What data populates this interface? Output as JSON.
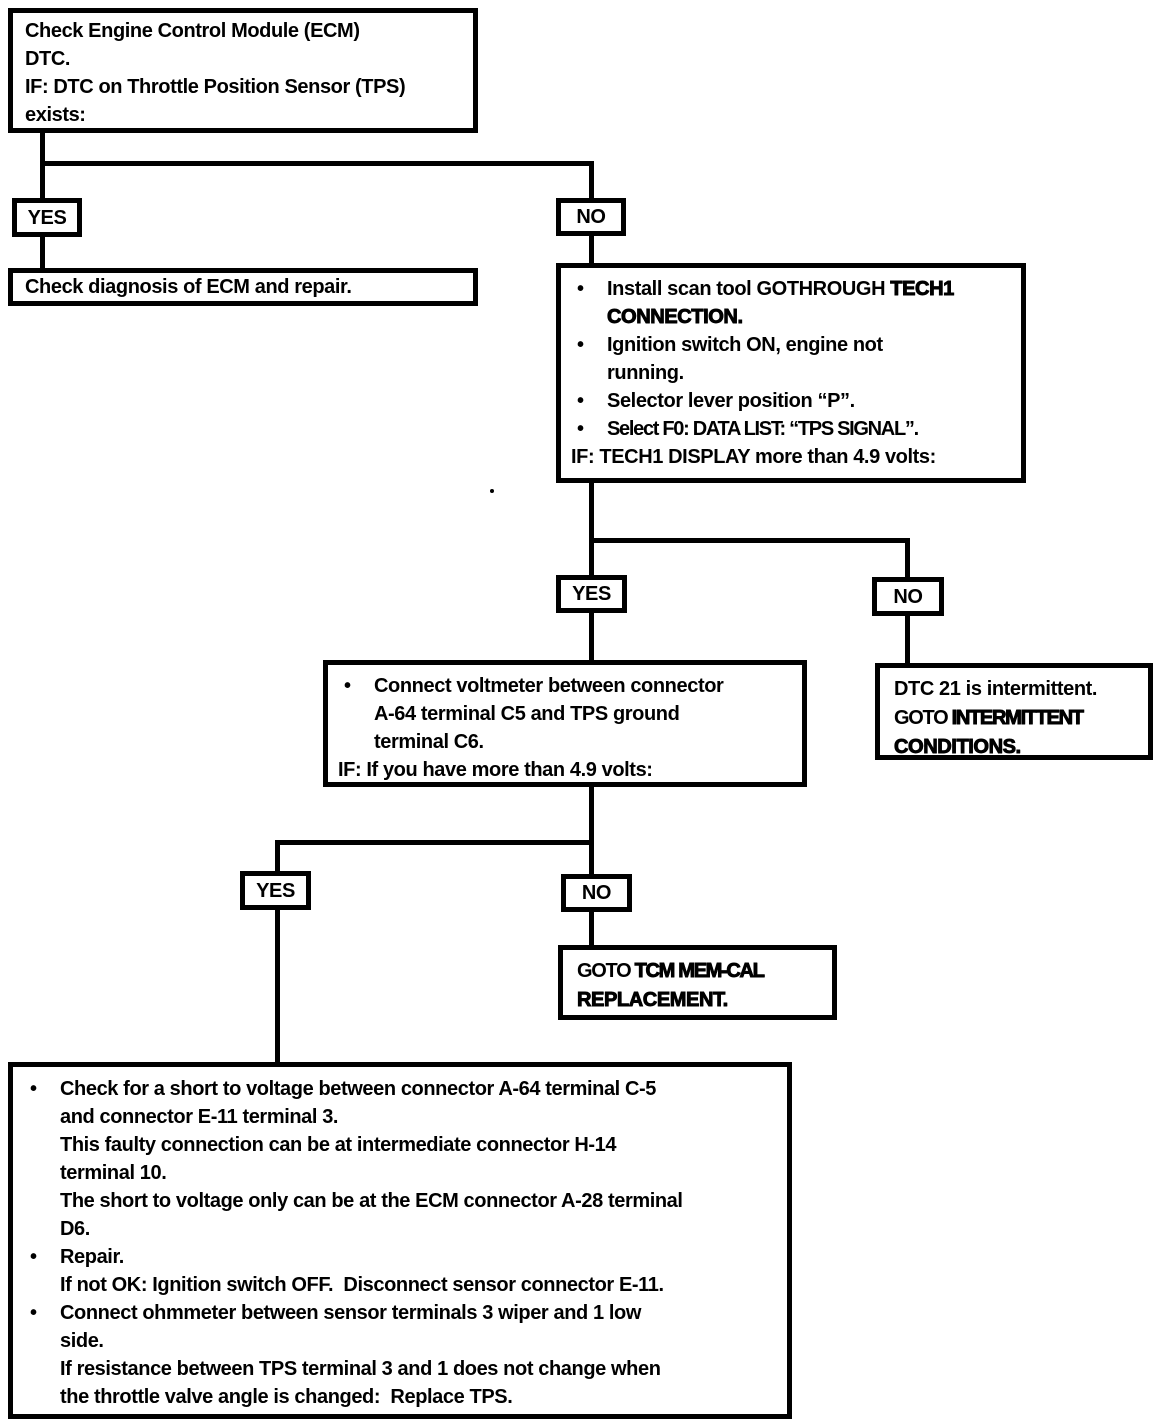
{
  "bullet": "•",
  "nodes": {
    "start": {
      "line1": "Check Engine Control Module (ECM)",
      "line2": "DTC.",
      "line3": "IF: DTC on Throttle Position Sensor (TPS)",
      "line4": "exists:"
    },
    "ecm_repair": {
      "text": "Check diagnosis of ECM and repair."
    },
    "scan_tool": {
      "b1_pre": "Install scan tool GOTHROUGH ",
      "b1_bold": "TECH1",
      "b1_cont_bold": "CONNECTION.",
      "b2": "Ignition switch ON, engine not",
      "b2_cont": "running.",
      "b3": "Selector lever position “P”.",
      "b4": "Select F0: DATA LIST: “TPS SIGNAL”.",
      "if_line": "IF: TECH1 DISPLAY more than 4.9 volts:"
    },
    "voltmeter": {
      "b1": "Connect voltmeter between connector",
      "b1_cont1": "A-64 terminal C5 and TPS ground",
      "b1_cont2": "terminal C6.",
      "if_line": "IF: If you have more than 4.9 volts:"
    },
    "dtc21": {
      "line1": "DTC 21 is intermittent.",
      "line2_pre": "GOTO ",
      "line2_bold": "INTERMITTENT",
      "line3_bold": "CONDITIONS."
    },
    "goto_tcm": {
      "line1_pre": "GOTO ",
      "line1_bold": "TCM MEM-CAL",
      "line2_bold": "REPLACEMENT."
    },
    "final": {
      "b1": "Check for a short to voltage between connector A-64 terminal C-5",
      "b1_c1": "and connector E-11 terminal 3.",
      "b1_c2": "This faulty connection can be at intermediate connector H-14",
      "b1_c3": "terminal 10.",
      "b1_c4": "The short to voltage only can be at the ECM connector A-28 terminal",
      "b1_c5": "D6.",
      "b2": "Repair.",
      "b2_c1": "If not OK: Ignition switch OFF.  Disconnect sensor connector E-11.",
      "b3": "Connect ohmmeter between sensor terminals 3 wiper and 1 low",
      "b3_c1": "side.",
      "b3_c2": "If resistance between TPS terminal 3 and 1 does not change when",
      "b3_c3": "the throttle valve angle is changed:  Replace TPS."
    }
  },
  "branches": {
    "b1": {
      "yes": "YES",
      "no": "NO"
    },
    "b2": {
      "yes": "YES",
      "no": "NO"
    },
    "b3": {
      "yes": "YES",
      "no": "NO"
    }
  },
  "colors": {
    "ink": "#000000",
    "paper": "#ffffff"
  }
}
